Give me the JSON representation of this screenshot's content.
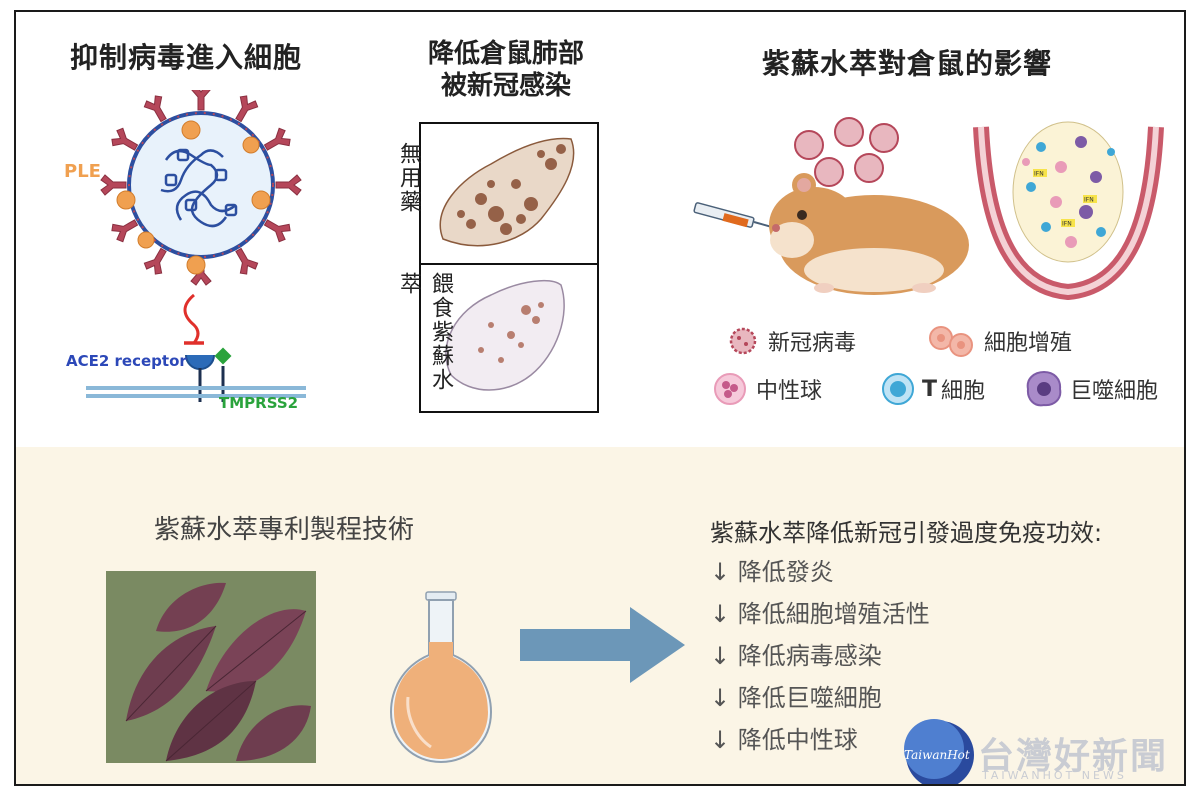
{
  "panels": {
    "virus": {
      "title": "抑制病毒進入細胞",
      "ple_label": "PLE",
      "ace2_label": "ACE2 receptor",
      "tmprss2_label": "TMPRSS2"
    },
    "lung": {
      "title_line1": "降低倉鼠肺部",
      "title_line2": "被新冠感染",
      "untreated_label": "無用藥",
      "treated_label": "餵食紫蘇水萃"
    },
    "hamster": {
      "title": "紫蘇水萃對倉鼠的影響",
      "ifn_label": "IFN"
    },
    "legend": {
      "items": [
        {
          "label": "新冠病毒",
          "icon": "virus-icon",
          "color": "#b5475a"
        },
        {
          "label": "細胞增殖",
          "icon": "cell-proliferation-icon",
          "color": "#e9937f"
        },
        {
          "label": "中性球",
          "icon": "neutrophil-icon",
          "color": "#e99bb8"
        },
        {
          "label": "細胞",
          "prefix": "T",
          "icon": "t-cell-icon",
          "color": "#3fa7d6"
        },
        {
          "label": "巨噬細胞",
          "icon": "macrophage-icon",
          "color": "#7d5ba6"
        }
      ]
    }
  },
  "bottom": {
    "process_title": "紫蘇水萃專利製程技術",
    "effects_title": "紫蘇水萃降低新冠引發過度免疫功效:",
    "effects": [
      "↓ 降低發炎",
      "↓ 降低細胞增殖活性",
      "↓ 降低病毒感染",
      "↓ 降低巨噬細胞",
      "↓ 降低中性球"
    ]
  },
  "watermark": {
    "logo_text": "TaiwanHot",
    "text": "台灣好新聞",
    "sub_text": "TAIWANHOT NEWS"
  },
  "colors": {
    "bottom_band": "#fbf5e6",
    "arrow": "#6c97b8",
    "virus_spike": "#b5475a",
    "ple": "#f0a050",
    "ace2_text": "#2c48b8",
    "tmprss2_text": "#2aa33c",
    "flask_liquid": "#efb07a",
    "hamster": "#d99a5c"
  }
}
